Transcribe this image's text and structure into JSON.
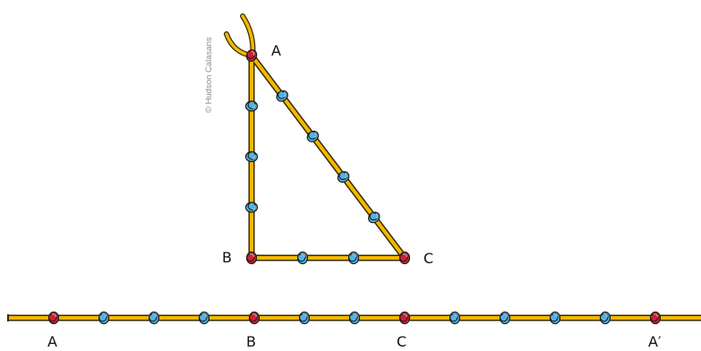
{
  "credit": "© Hudson Calasans",
  "triangle": {
    "labels": {
      "a": "A",
      "b": "B",
      "c": "C"
    }
  },
  "line": {
    "labels": {
      "a": "A",
      "b": "B",
      "c": "C",
      "a_prime": "A′"
    }
  },
  "colors": {
    "rope": "#f3b800",
    "rope_outline": "#3a2a00",
    "vertex_knot": "#d11f2e",
    "segment_knot": "#4fb3e6"
  }
}
